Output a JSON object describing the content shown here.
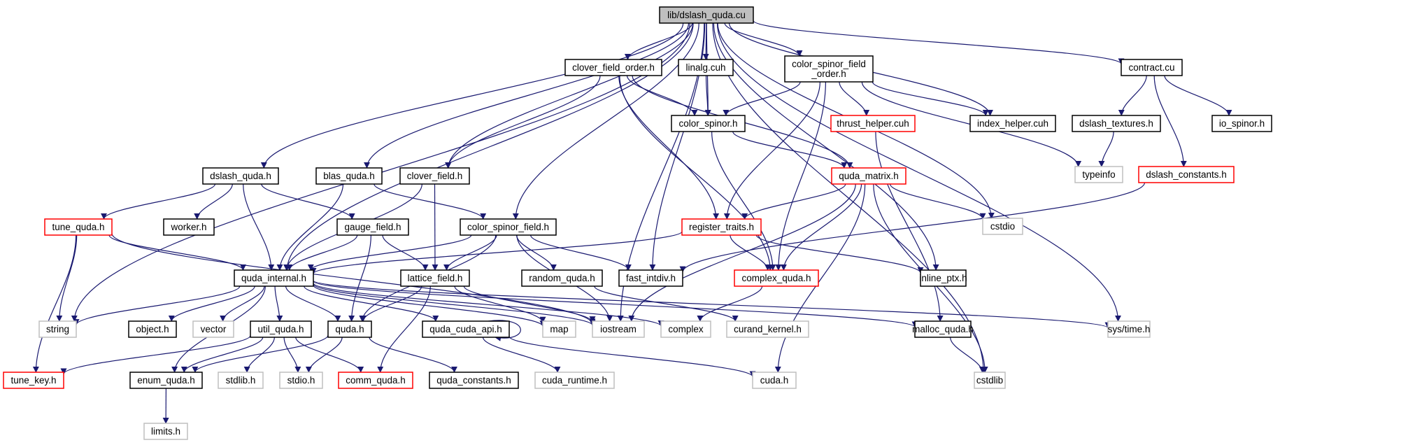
{
  "title": "lib/dslash_quda.cu",
  "colors": {
    "edge": "#191970",
    "root_fill": "#bfbfbf",
    "node_border": "#000000",
    "missing_border": "#bfbfbf",
    "truncated_border": "#ff0000"
  },
  "nodes": [
    {
      "id": "root",
      "label": "lib/dslash_quda.cu",
      "kind": "root"
    },
    {
      "id": "clover_field_order",
      "label": "clover_field_order.h",
      "kind": "normal"
    },
    {
      "id": "linalg",
      "label": "linalg.cuh",
      "kind": "normal"
    },
    {
      "id": "color_spinor_field_order",
      "label": "color_spinor_field\n_order.h",
      "kind": "normal"
    },
    {
      "id": "contract",
      "label": "contract.cu",
      "kind": "normal"
    },
    {
      "id": "color_spinor",
      "label": "color_spinor.h",
      "kind": "normal"
    },
    {
      "id": "thrust_helper",
      "label": "thrust_helper.cuh",
      "kind": "truncated"
    },
    {
      "id": "index_helper",
      "label": "index_helper.cuh",
      "kind": "normal"
    },
    {
      "id": "dslash_textures",
      "label": "dslash_textures.h",
      "kind": "normal"
    },
    {
      "id": "io_spinor",
      "label": "io_spinor.h",
      "kind": "normal"
    },
    {
      "id": "dslash_quda_h",
      "label": "dslash_quda.h",
      "kind": "normal"
    },
    {
      "id": "blas_quda",
      "label": "blas_quda.h",
      "kind": "normal"
    },
    {
      "id": "clover_field",
      "label": "clover_field.h",
      "kind": "normal"
    },
    {
      "id": "quda_matrix",
      "label": "quda_matrix.h",
      "kind": "truncated"
    },
    {
      "id": "typeinfo",
      "label": "typeinfo",
      "kind": "missing"
    },
    {
      "id": "dslash_constants",
      "label": "dslash_constants.h",
      "kind": "truncated"
    },
    {
      "id": "tune_quda",
      "label": "tune_quda.h",
      "kind": "truncated"
    },
    {
      "id": "worker",
      "label": "worker.h",
      "kind": "normal"
    },
    {
      "id": "gauge_field",
      "label": "gauge_field.h",
      "kind": "normal"
    },
    {
      "id": "color_spinor_field",
      "label": "color_spinor_field.h",
      "kind": "normal"
    },
    {
      "id": "register_traits",
      "label": "register_traits.h",
      "kind": "truncated"
    },
    {
      "id": "cstdio",
      "label": "cstdio",
      "kind": "missing"
    },
    {
      "id": "quda_internal",
      "label": "quda_internal.h",
      "kind": "normal"
    },
    {
      "id": "lattice_field",
      "label": "lattice_field.h",
      "kind": "normal"
    },
    {
      "id": "random_quda",
      "label": "random_quda.h",
      "kind": "normal"
    },
    {
      "id": "fast_intdiv",
      "label": "fast_intdiv.h",
      "kind": "normal"
    },
    {
      "id": "complex_quda",
      "label": "complex_quda.h",
      "kind": "truncated"
    },
    {
      "id": "inline_ptx",
      "label": "inline_ptx.h",
      "kind": "normal"
    },
    {
      "id": "string",
      "label": "string",
      "kind": "missing"
    },
    {
      "id": "object",
      "label": "object.h",
      "kind": "normal"
    },
    {
      "id": "vector",
      "label": "vector",
      "kind": "missing"
    },
    {
      "id": "util_quda",
      "label": "util_quda.h",
      "kind": "normal"
    },
    {
      "id": "quda_h",
      "label": "quda.h",
      "kind": "normal"
    },
    {
      "id": "quda_cuda_api",
      "label": "quda_cuda_api.h",
      "kind": "normal"
    },
    {
      "id": "map",
      "label": "map",
      "kind": "missing"
    },
    {
      "id": "iostream",
      "label": "iostream",
      "kind": "missing"
    },
    {
      "id": "complex",
      "label": "complex",
      "kind": "missing"
    },
    {
      "id": "curand_kernel",
      "label": "curand_kernel.h",
      "kind": "missing"
    },
    {
      "id": "malloc_quda",
      "label": "malloc_quda.h",
      "kind": "normal"
    },
    {
      "id": "sys_time",
      "label": "sys/time.h",
      "kind": "missing"
    },
    {
      "id": "tune_key",
      "label": "tune_key.h",
      "kind": "truncated"
    },
    {
      "id": "enum_quda",
      "label": "enum_quda.h",
      "kind": "normal"
    },
    {
      "id": "stdlib_h",
      "label": "stdlib.h",
      "kind": "missing"
    },
    {
      "id": "stdio_h",
      "label": "stdio.h",
      "kind": "missing"
    },
    {
      "id": "comm_quda",
      "label": "comm_quda.h",
      "kind": "truncated"
    },
    {
      "id": "quda_constants",
      "label": "quda_constants.h",
      "kind": "normal"
    },
    {
      "id": "cuda_runtime",
      "label": "cuda_runtime.h",
      "kind": "missing"
    },
    {
      "id": "cuda_h",
      "label": "cuda.h",
      "kind": "missing"
    },
    {
      "id": "cstdlib",
      "label": "cstdlib",
      "kind": "missing"
    },
    {
      "id": "limits_h",
      "label": "limits.h",
      "kind": "missing"
    }
  ],
  "edges": [
    [
      "root",
      "clover_field_order"
    ],
    [
      "root",
      "linalg"
    ],
    [
      "root",
      "color_spinor"
    ],
    [
      "root",
      "color_spinor_field_order"
    ],
    [
      "root",
      "contract"
    ],
    [
      "root",
      "index_helper"
    ],
    [
      "root",
      "dslash_quda_h"
    ],
    [
      "root",
      "blas_quda"
    ],
    [
      "root",
      "clover_field"
    ],
    [
      "root",
      "color_spinor_field"
    ],
    [
      "root",
      "quda_internal"
    ],
    [
      "root",
      "string"
    ],
    [
      "root",
      "iostream"
    ],
    [
      "root",
      "cstdio"
    ],
    [
      "root",
      "inline_ptx"
    ],
    [
      "root",
      "sys_time"
    ],
    [
      "root",
      "cstdlib"
    ],
    [
      "root",
      "fast_intdiv"
    ],
    [
      "clover_field_order",
      "color_spinor"
    ],
    [
      "clover_field_order",
      "clover_field"
    ],
    [
      "clover_field_order",
      "quda_matrix"
    ],
    [
      "clover_field_order",
      "register_traits"
    ],
    [
      "clover_field_order",
      "complex_quda"
    ],
    [
      "linalg",
      "color_spinor"
    ],
    [
      "color_spinor_field_order",
      "color_spinor"
    ],
    [
      "color_spinor_field_order",
      "thrust_helper"
    ],
    [
      "color_spinor_field_order",
      "index_helper"
    ],
    [
      "color_spinor_field_order",
      "typeinfo"
    ],
    [
      "color_spinor_field_order",
      "register_traits"
    ],
    [
      "color_spinor_field_order",
      "complex_quda"
    ],
    [
      "contract",
      "dslash_textures"
    ],
    [
      "contract",
      "io_spinor"
    ],
    [
      "contract",
      "dslash_constants"
    ],
    [
      "dslash_textures",
      "typeinfo"
    ],
    [
      "color_spinor",
      "quda_matrix"
    ],
    [
      "color_spinor",
      "complex_quda"
    ],
    [
      "thrust_helper",
      "malloc_quda"
    ],
    [
      "dslash_constants",
      "fast_intdiv"
    ],
    [
      "quda_matrix",
      "register_traits"
    ],
    [
      "quda_matrix",
      "cstdio"
    ],
    [
      "quda_matrix",
      "complex_quda"
    ],
    [
      "quda_matrix",
      "iostream"
    ],
    [
      "quda_matrix",
      "cuda_h"
    ],
    [
      "quda_matrix",
      "cstdlib"
    ],
    [
      "dslash_quda_h",
      "tune_quda"
    ],
    [
      "dslash_quda_h",
      "worker"
    ],
    [
      "dslash_quda_h",
      "quda_internal"
    ],
    [
      "dslash_quda_h",
      "gauge_field"
    ],
    [
      "blas_quda",
      "quda_internal"
    ],
    [
      "blas_quda",
      "color_spinor_field"
    ],
    [
      "clover_field",
      "quda_internal"
    ],
    [
      "clover_field",
      "lattice_field"
    ],
    [
      "tune_quda",
      "quda_internal"
    ],
    [
      "tune_quda",
      "string"
    ],
    [
      "tune_quda",
      "tune_key"
    ],
    [
      "tune_quda",
      "iostream"
    ],
    [
      "gauge_field",
      "quda_internal"
    ],
    [
      "gauge_field",
      "lattice_field"
    ],
    [
      "gauge_field",
      "quda_h"
    ],
    [
      "color_spinor_field",
      "quda_internal"
    ],
    [
      "color_spinor_field",
      "lattice_field"
    ],
    [
      "color_spinor_field",
      "random_quda"
    ],
    [
      "color_spinor_field",
      "fast_intdiv"
    ],
    [
      "color_spinor_field",
      "quda_h"
    ],
    [
      "color_spinor_field",
      "iostream"
    ],
    [
      "register_traits",
      "quda_internal"
    ],
    [
      "register_traits",
      "complex_quda"
    ],
    [
      "register_traits",
      "inline_ptx"
    ],
    [
      "quda_internal",
      "string"
    ],
    [
      "quda_internal",
      "object"
    ],
    [
      "quda_internal",
      "vector"
    ],
    [
      "quda_internal",
      "util_quda"
    ],
    [
      "quda_internal",
      "quda_h"
    ],
    [
      "quda_internal",
      "quda_cuda_api"
    ],
    [
      "quda_internal",
      "enum_quda"
    ],
    [
      "quda_internal",
      "map"
    ],
    [
      "quda_internal",
      "iostream"
    ],
    [
      "quda_internal",
      "complex"
    ],
    [
      "quda_internal",
      "malloc_quda"
    ],
    [
      "quda_internal",
      "sys_time"
    ],
    [
      "lattice_field",
      "quda_h"
    ],
    [
      "lattice_field",
      "comm_quda"
    ],
    [
      "lattice_field",
      "map"
    ],
    [
      "lattice_field",
      "iostream"
    ],
    [
      "random_quda",
      "curand_kernel"
    ],
    [
      "complex_quda",
      "complex"
    ],
    [
      "util_quda",
      "tune_key"
    ],
    [
      "util_quda",
      "enum_quda"
    ],
    [
      "util_quda",
      "stdlib_h"
    ],
    [
      "util_quda",
      "stdio_h"
    ],
    [
      "util_quda",
      "comm_quda"
    ],
    [
      "quda_h",
      "enum_quda"
    ],
    [
      "quda_h",
      "stdio_h"
    ],
    [
      "quda_h",
      "quda_constants"
    ],
    [
      "quda_cuda_api",
      "quda_cuda_api"
    ],
    [
      "quda_cuda_api",
      "cuda_runtime"
    ],
    [
      "quda_cuda_api",
      "cuda_h"
    ],
    [
      "malloc_quda",
      "cstdlib"
    ],
    [
      "enum_quda",
      "limits_h"
    ]
  ]
}
